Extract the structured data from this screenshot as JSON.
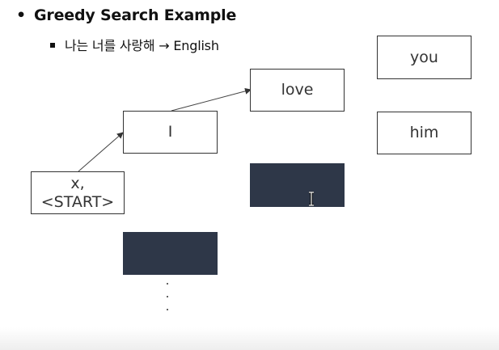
{
  "title": "Greedy Search Example",
  "subtitle": "나는 너를 사랑해 → English",
  "nodes": {
    "start": "x,\n<START>",
    "i": "I",
    "love": "love",
    "you": "you",
    "him": "him"
  },
  "colors": {
    "filled_box": "#2e3748",
    "border": "#333333"
  }
}
